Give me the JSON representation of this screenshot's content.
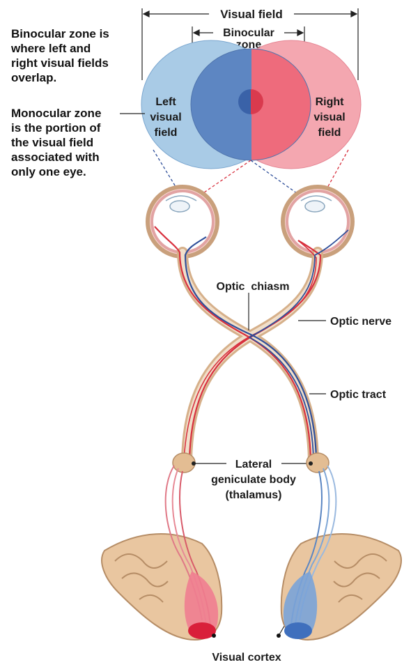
{
  "labels": {
    "visual_field": "Visual field",
    "binocular_zone_line1": "Binocular",
    "binocular_zone_line2": "zone",
    "left_field": [
      "Left",
      "visual",
      "field"
    ],
    "right_field": [
      "Right",
      "visual",
      "field"
    ],
    "optic_chiasm": "Optic  chiasm",
    "optic_nerve": "Optic nerve",
    "optic_tract": "Optic tract",
    "lgb_line1": "Lateral",
    "lgb_line2": "geniculate body",
    "lgb_line3": "(thalamus)",
    "visual_cortex": "Visual cortex"
  },
  "notes": {
    "binocular": [
      "Binocular zone is",
      "where left and",
      "right visual fields",
      "overlap."
    ],
    "monocular": [
      "Monocular zone",
      "is the portion of",
      "the visual field",
      "associated with",
      "only one eye."
    ]
  },
  "colors": {
    "left_field": "#9cc3e3",
    "right_field": "#f08a97",
    "overlap": "#5b86c2",
    "nerve_sheath": "#d9b48c",
    "red_fiber": "#d8303e",
    "blue_fiber": "#2f4f9a",
    "brain": "#e7c39a"
  }
}
